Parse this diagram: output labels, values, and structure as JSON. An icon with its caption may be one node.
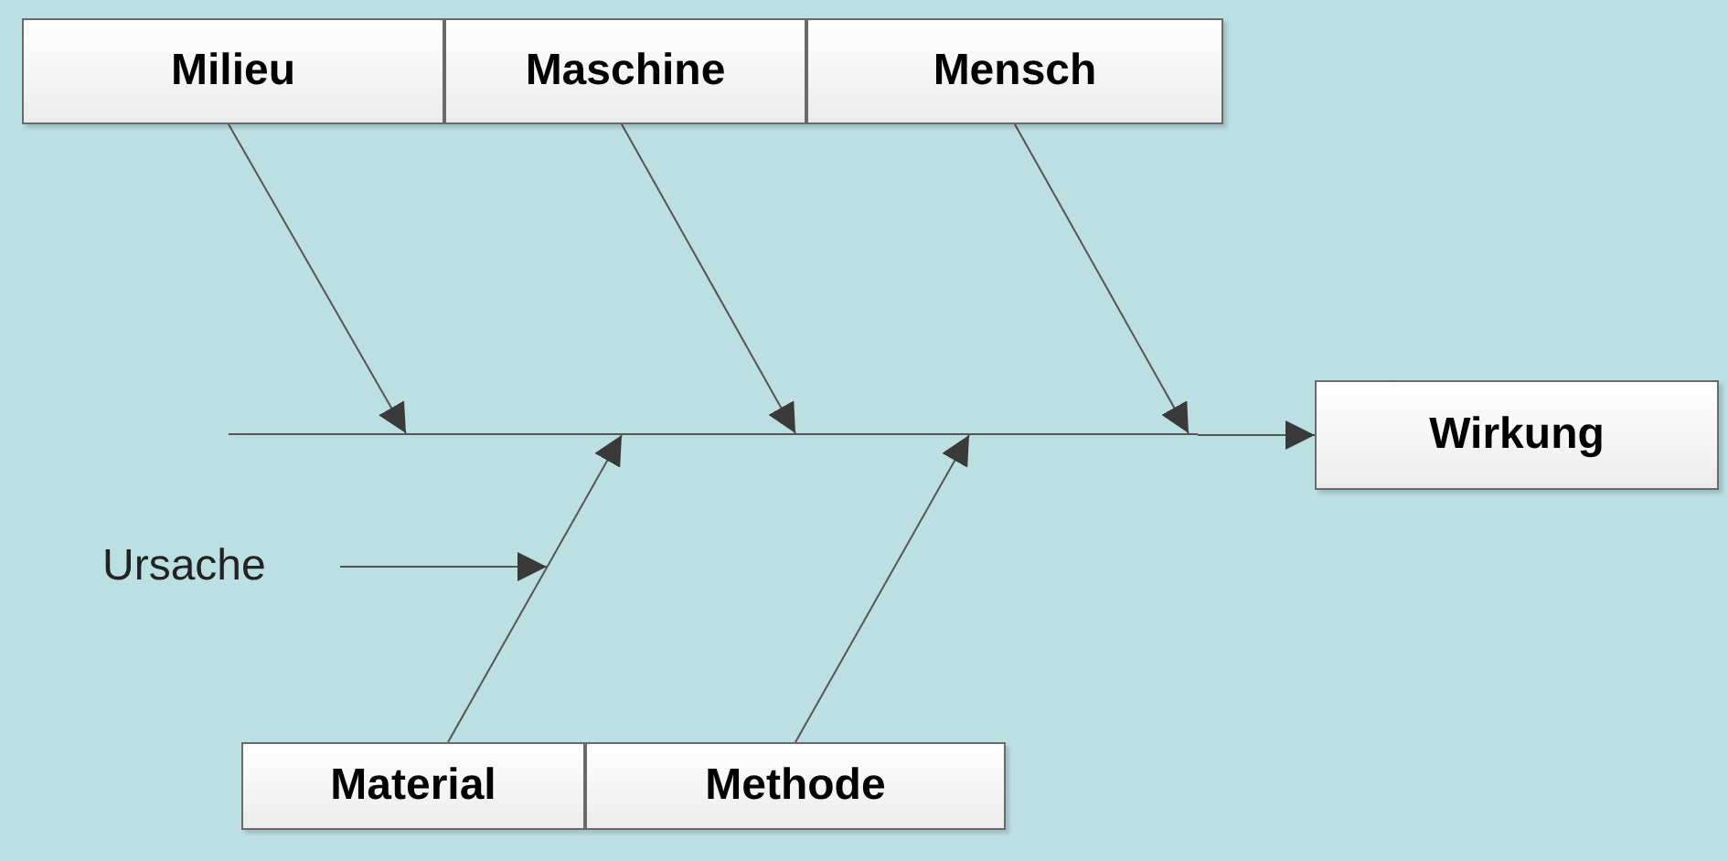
{
  "diagram": {
    "nodes": [
      {
        "text": [
          "Milieu"
        ]
      },
      {
        "text": [
          "Maschine"
        ]
      },
      {
        "text": [
          "Mensch"
        ]
      },
      {
        "text": [],
        "shape": "bar"
      },
      {
        "text": [
          "Wirkung"
        ]
      },
      {
        "text": [
          "Ursache"
        ]
      },
      {
        "text": [
          "Material"
        ]
      },
      {
        "text": [
          "Methode"
        ]
      }
    ],
    "edges": [
      {
        "from": 0,
        "to": 3,
        "arrow": "to"
      },
      {
        "from": 1,
        "to": 3,
        "arrow": "to"
      },
      {
        "from": 2,
        "to": 3,
        "arrow": "to"
      },
      {
        "from": 3,
        "to": 4,
        "arrow": "to"
      },
      {
        "from": 5,
        "to": null,
        "arrow": "to"
      },
      {
        "from": 6,
        "to": 3,
        "arrow": "to"
      },
      {
        "from": 7,
        "to": 3,
        "arrow": "to"
      }
    ]
  }
}
